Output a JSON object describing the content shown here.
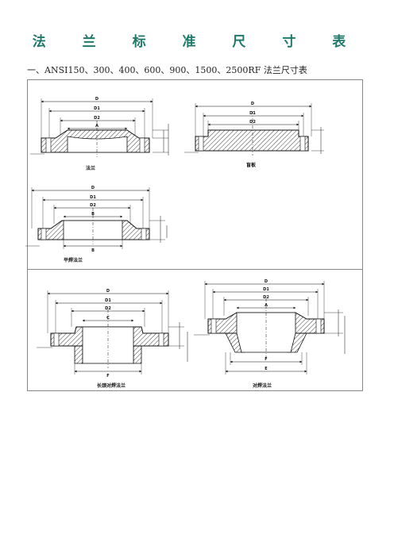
{
  "document": {
    "title": "法 兰 标 准 尺 寸 表",
    "subtitle": "一、ANSI150、300、400、600、900、1500、2500RF 法兰尺寸表"
  },
  "figures": [
    {
      "caption": "法兰",
      "dims": [
        "D",
        "D1",
        "D2",
        "A"
      ]
    },
    {
      "caption": "盲板",
      "dims": [
        "D",
        "D1",
        "D2"
      ]
    },
    {
      "caption": "平焊法兰",
      "dims": [
        "D",
        "D1",
        "D2",
        "B",
        "B"
      ]
    },
    {
      "caption": "长颈对焊法兰",
      "dims": [
        "D",
        "D1",
        "D2",
        "C",
        "F"
      ]
    },
    {
      "caption": "对焊法兰",
      "dims": [
        "D",
        "D1",
        "D2",
        "A",
        "F",
        "E"
      ]
    }
  ]
}
